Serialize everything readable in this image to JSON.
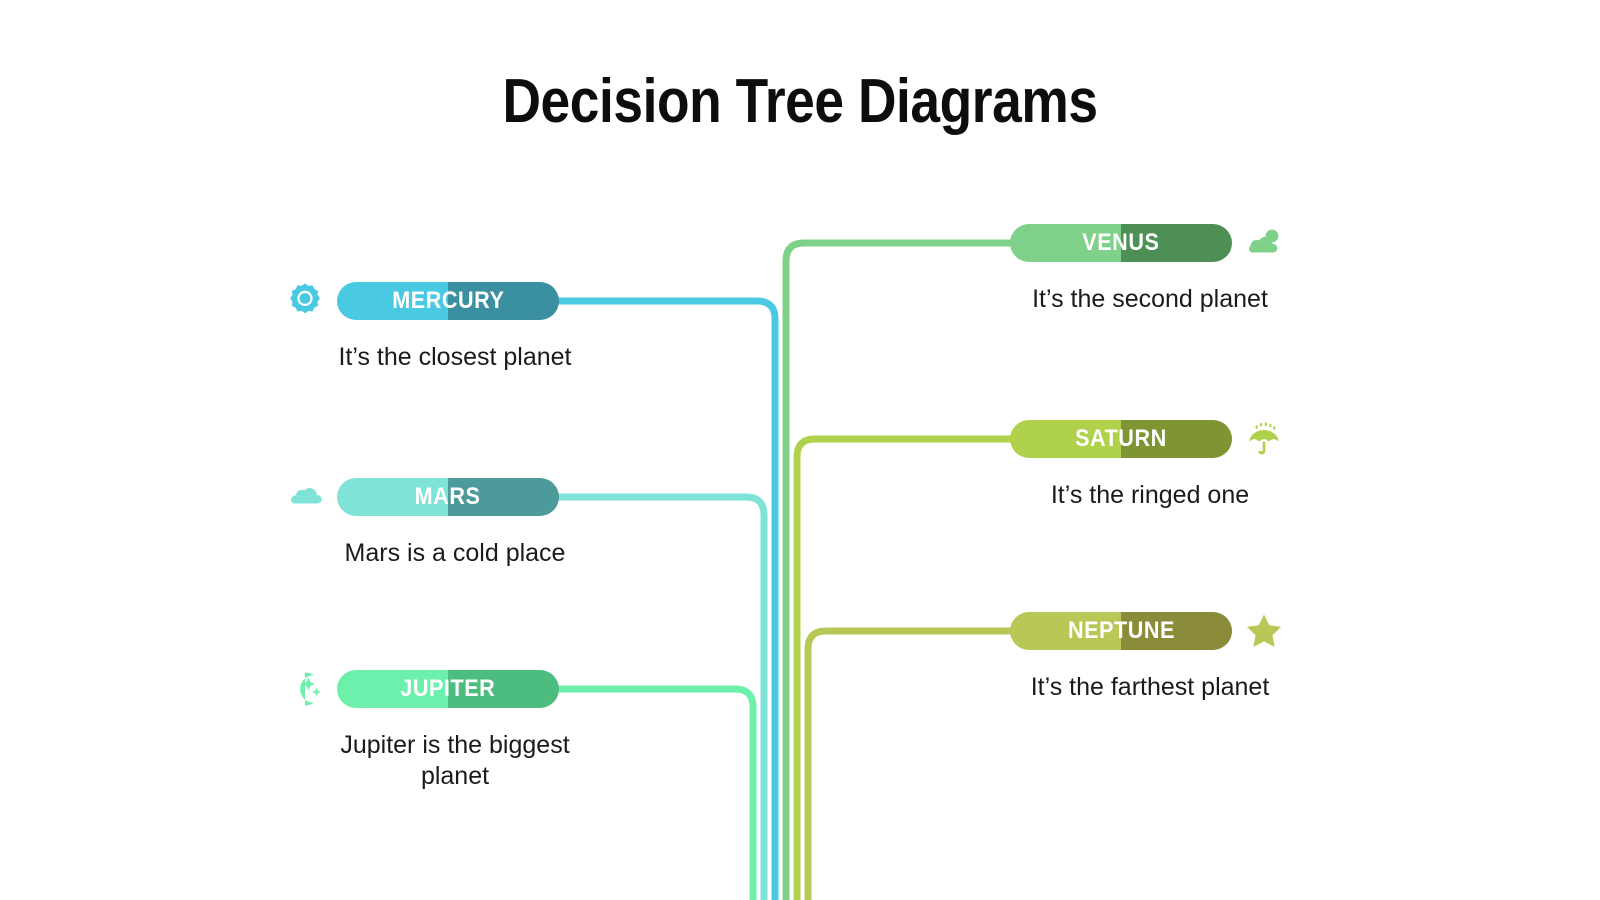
{
  "title": "Decision Tree Diagrams",
  "colors": {
    "mercury_light": "#4ac9e3",
    "mercury_dark": "#3a8fa0",
    "mars_light": "#7fe3d8",
    "mars_dark": "#4d9a9a",
    "jupiter_light": "#6cf0ab",
    "jupiter_dark": "#4cbd7f",
    "venus_light": "#7fd189",
    "venus_dark": "#4e8f55",
    "saturn_light": "#afd14b",
    "saturn_dark": "#7f9433",
    "neptune_light": "#b9c757",
    "neptune_dark": "#8a8c39",
    "text": "#1b1b1b",
    "title": "#0d0d0d"
  },
  "nodes": {
    "left": [
      {
        "id": "mercury",
        "label": "MERCURY",
        "description": "It’s the closest planet",
        "icon": "gear-icon",
        "accent": "#4ac9e3",
        "accent_dark": "#3a8fa0"
      },
      {
        "id": "mars",
        "label": "MARS",
        "description": "Mars is a cold place",
        "icon": "cloud-icon",
        "accent": "#7fe3d8",
        "accent_dark": "#4d9a9a"
      },
      {
        "id": "jupiter",
        "label": "JUPITER",
        "description": "Jupiter is the biggest planet",
        "icon": "moon-stars-icon",
        "accent": "#6cf0ab",
        "accent_dark": "#4cbd7f"
      }
    ],
    "right": [
      {
        "id": "venus",
        "label": "VENUS",
        "description": "It’s the second planet",
        "icon": "cloud-sun-icon",
        "accent": "#7fd189",
        "accent_dark": "#4e8f55"
      },
      {
        "id": "saturn",
        "label": "SATURN",
        "description": "It’s the ringed one",
        "icon": "umbrella-rain-icon",
        "accent": "#afd14b",
        "accent_dark": "#7f9433"
      },
      {
        "id": "neptune",
        "label": "NEPTUNE",
        "description": "It’s the farthest planet",
        "icon": "star-icon",
        "accent": "#b9c757",
        "accent_dark": "#8a8c39"
      }
    ]
  }
}
